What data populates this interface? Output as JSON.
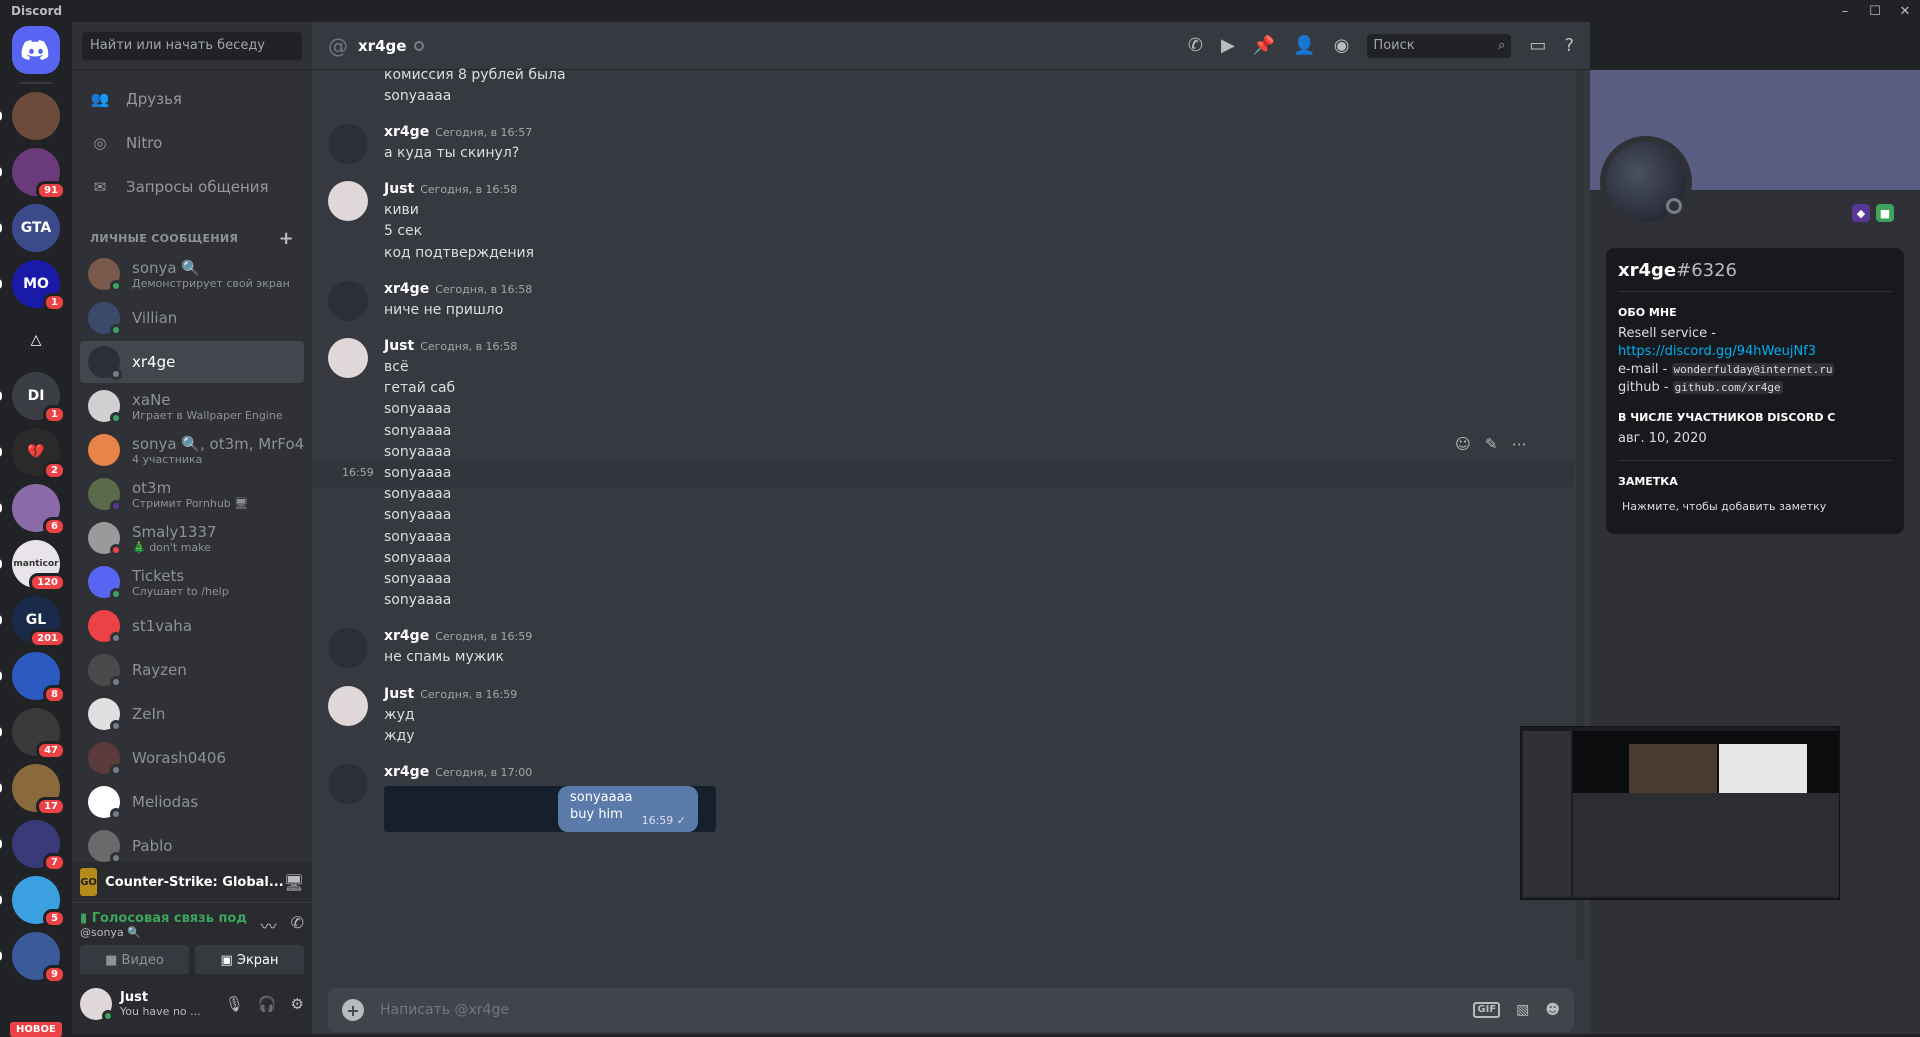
{
  "app": {
    "title": "Discord"
  },
  "guilds": [
    {
      "color": "#6b4a3a",
      "badge": "",
      "pill": true
    },
    {
      "color": "#6a3a7a",
      "badge": "91",
      "pill": true
    },
    {
      "color": "#3a4a8a",
      "badge": "",
      "pill": true,
      "label": "GTA"
    },
    {
      "color": "#1a1aa8",
      "badge": "1",
      "pill": true,
      "label": "MO"
    },
    {
      "color": "#202225",
      "badge": "",
      "label": "△"
    },
    {
      "color": "#3a3d44",
      "badge": "1",
      "pill": true,
      "label": "DI"
    },
    {
      "color": "#2a2a2a",
      "badge": "2",
      "pill": true,
      "label": "💔"
    },
    {
      "color": "#8a6aa8",
      "badge": "6",
      "pill": true
    },
    {
      "color": "#e9e4ea",
      "badge": "120",
      "pill": true,
      "label": "manticor"
    },
    {
      "color": "#1a2a4a",
      "badge": "201",
      "pill": true,
      "label": "GL"
    },
    {
      "color": "#2a5ac0",
      "badge": "8",
      "pill": true
    },
    {
      "color": "#3a3a3a",
      "badge": "47",
      "pill": true
    },
    {
      "color": "#8a6a3a",
      "badge": "17",
      "pill": true
    },
    {
      "color": "#3a3a7a",
      "badge": "7",
      "pill": true
    },
    {
      "color": "#3aa0e0",
      "badge": "5",
      "pill": true
    },
    {
      "color": "#3a5a9a",
      "badge": "9",
      "pill": true
    }
  ],
  "new_badge": "НОВОЕ",
  "dm_search": {
    "placeholder": "Найти или начать беседу"
  },
  "nav": [
    {
      "label": "Друзья",
      "icon": "friends-icon"
    },
    {
      "label": "Nitro",
      "icon": "nitro-icon"
    },
    {
      "label": "Запросы общения",
      "icon": "mail-icon"
    }
  ],
  "dm_header": "ЛИЧНЫЕ СООБЩЕНИЯ",
  "dms": [
    {
      "name": "sonya 🔍",
      "sub": "Демонстрирует свой экран",
      "color": "#7a5a4a",
      "status": "#3ba55d"
    },
    {
      "name": "Villian",
      "sub": "",
      "color": "#3a4a6a",
      "status": "#3ba55d"
    },
    {
      "name": "xr4ge",
      "sub": "",
      "color": "#2a2f3a",
      "status": "#747f8d",
      "active": true
    },
    {
      "name": "xaNe",
      "sub": "Играет в Wallpaper Engine",
      "color": "#d0d0d0",
      "status": "#3ba55d"
    },
    {
      "name": "sonya 🔍, ot3m, MrFo4",
      "sub": "4 участника",
      "color": "#e8834a",
      "status": ""
    },
    {
      "name": "ot3m",
      "sub": "Стримит Pornhub 🖥",
      "color": "#5a6a4a",
      "status": "#593695"
    },
    {
      "name": "Smaly1337",
      "sub": "🎄 don't make",
      "color": "#9a9a9a",
      "status": "#ed4245"
    },
    {
      "name": "Tickets",
      "sub": "Слушает to /help",
      "color": "#5865f2",
      "status": "#3ba55d"
    },
    {
      "name": "st1vaha",
      "sub": "",
      "color": "#ed4245",
      "status": "#747f8d"
    },
    {
      "name": "Rayzen",
      "sub": "",
      "color": "#4a4a4a",
      "status": "#747f8d"
    },
    {
      "name": "ZeIn",
      "sub": "",
      "color": "#e0e0e0",
      "status": "#747f8d"
    },
    {
      "name": "Worash0406",
      "sub": "",
      "color": "#5a3a3a",
      "status": "#747f8d"
    },
    {
      "name": "Meliodas",
      "sub": "",
      "color": "#ffffff",
      "status": "#747f8d"
    },
    {
      "name": "Pablo",
      "sub": "",
      "color": "#6a6a6a",
      "status": "#747f8d"
    }
  ],
  "game": {
    "label": "Counter-Strike: Global...",
    "icon_text": "GO"
  },
  "voice": {
    "status": "Голосовая связь под",
    "who": "@sonya 🔍",
    "video": "Видео",
    "screen": "Экран"
  },
  "user": {
    "name": "Just",
    "sub": "You have no ..."
  },
  "chat": {
    "title": "xr4ge",
    "search_placeholder": "Поиск",
    "composer_placeholder": "Написать @xr4ge",
    "hover_time": "16:59"
  },
  "messages": [
    {
      "type": "cont",
      "text": "комиссия 8 рублей была"
    },
    {
      "type": "cont",
      "text": "sonyaaaa"
    },
    {
      "type": "head",
      "author": "xr4ge",
      "time": "Сегодня, в 16:57",
      "color": "#2a2f3a",
      "lines": [
        "а куда ты скинул?"
      ]
    },
    {
      "type": "head",
      "author": "Just",
      "time": "Сегодня, в 16:58",
      "color": "#e0d8d8",
      "lines": [
        "киви",
        "5 сек",
        "код подтверждения"
      ]
    },
    {
      "type": "head",
      "author": "xr4ge",
      "time": "Сегодня, в 16:58",
      "color": "#2a2f3a",
      "lines": [
        "ниче не пришло"
      ]
    },
    {
      "type": "head",
      "author": "Just",
      "time": "Сегодня, в 16:58",
      "color": "#e0d8d8",
      "lines": [
        "всё",
        "гетай саб",
        "sonyaaaa",
        "sonyaaaa",
        "sonyaaaa",
        "sonyaaaa",
        "sonyaaaa",
        "sonyaaaa",
        "sonyaaaa",
        "sonyaaaa",
        "sonyaaaa",
        "sonyaaaa"
      ]
    },
    {
      "type": "head",
      "author": "xr4ge",
      "time": "Сегодня, в 16:59",
      "color": "#2a2f3a",
      "lines": [
        "не спамь мужик"
      ]
    },
    {
      "type": "head",
      "author": "Just",
      "time": "Сегодня, в 16:59",
      "color": "#e0d8d8",
      "lines": [
        "жуд",
        "жду"
      ]
    },
    {
      "type": "head",
      "author": "xr4ge",
      "time": "Сегодня, в 17:00",
      "color": "#2a2f3a",
      "lines": []
    }
  ],
  "embed": {
    "line1": "sonyaaaa",
    "line2": "buy him",
    "time": "16:59 ✓"
  },
  "profile": {
    "name": "xr4ge",
    "disc": "#6326",
    "about_title": "ОБО МНЕ",
    "about1_prefix": "Resell service - ",
    "about1_link": "https://discord.gg/94hWeujNf3",
    "about2_prefix": "e-mail - ",
    "about2_code": "wonderfulday@internet.ru",
    "about3_prefix": "github - ",
    "about3_code": "github.com/xr4ge",
    "member_title": "В ЧИСЛЕ УЧАСТНИКОВ DISCORD С",
    "member_date": "авг. 10, 2020",
    "note_title": "ЗАМЕТКА",
    "note_placeholder": "Нажмите, чтобы добавить заметку"
  }
}
